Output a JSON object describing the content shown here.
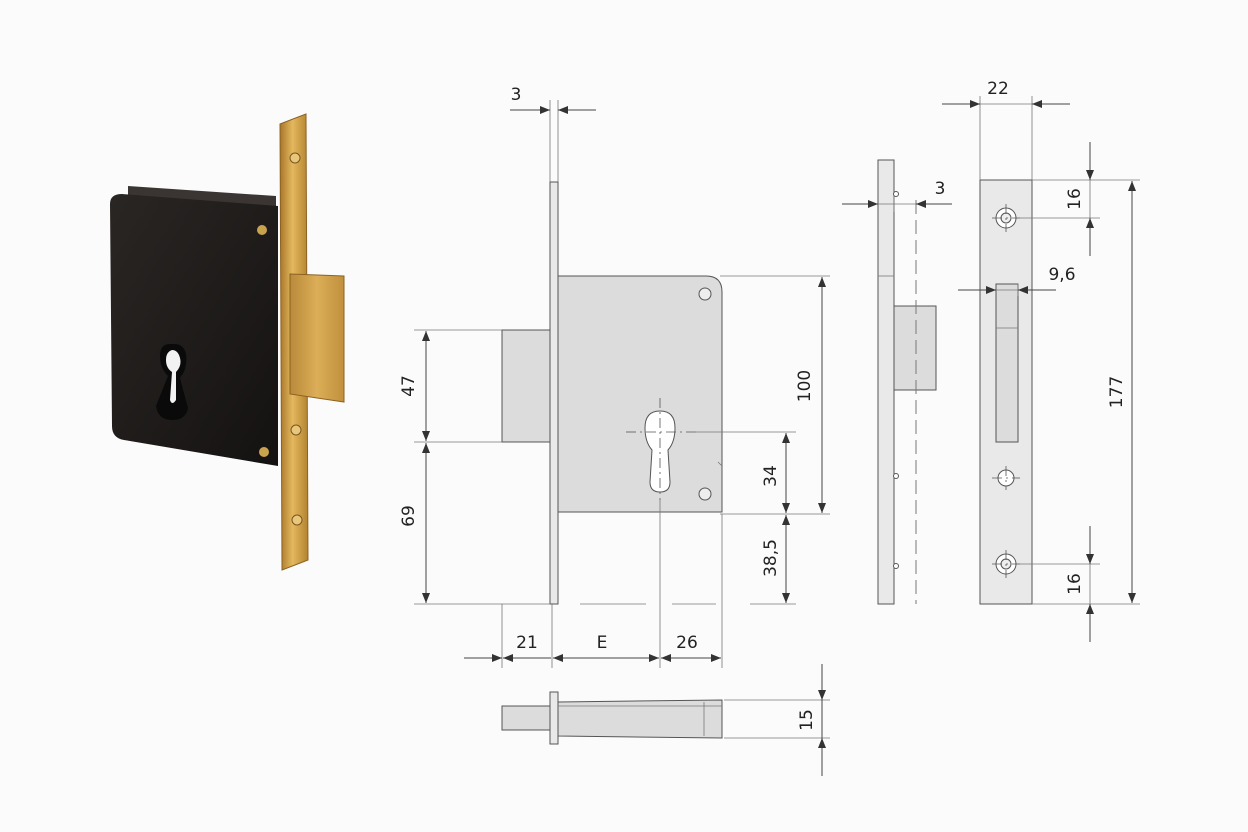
{
  "dimensions": {
    "front_thickness": "3",
    "bolt_height": "47",
    "backset_lower": "69",
    "case_height": "100",
    "cylinder_spacing": "34",
    "cylinder_bottom": "38,5",
    "front_offset": "21",
    "backset": "E",
    "case_tail": "26",
    "case_depth": "15",
    "side_front_thickness": "3",
    "faceplate_width": "22",
    "screw_offset_top": "16",
    "bolt_width": "9,6",
    "faceplate_height": "177",
    "screw_offset_bottom": "16"
  },
  "colors": {
    "brass": "#c99a3d",
    "lock_body": "#1e1b1a",
    "drawing_fill": "#dcdcdc",
    "drawing_stroke": "#555555"
  }
}
